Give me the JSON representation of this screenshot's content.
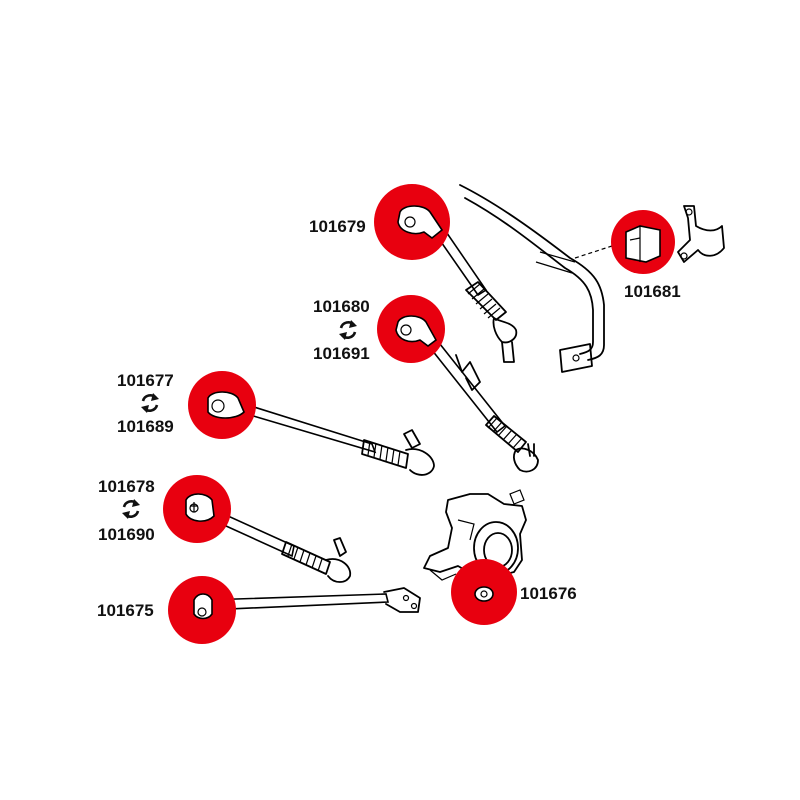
{
  "colors": {
    "highlight": "#e8000f",
    "line": "#000000",
    "background": "#ffffff"
  },
  "icons": {
    "interchange": "swap-arrows-icon"
  },
  "parts": [
    {
      "id": "p1",
      "codes": [
        "101679"
      ]
    },
    {
      "id": "p2",
      "codes": [
        "101680",
        "101691"
      ]
    },
    {
      "id": "p3",
      "codes": [
        "101677",
        "101689"
      ]
    },
    {
      "id": "p4",
      "codes": [
        "101678",
        "101690"
      ]
    },
    {
      "id": "p5",
      "codes": [
        "101675"
      ]
    },
    {
      "id": "p6",
      "codes": [
        "101676"
      ]
    },
    {
      "id": "p7",
      "codes": [
        "101681"
      ]
    }
  ]
}
